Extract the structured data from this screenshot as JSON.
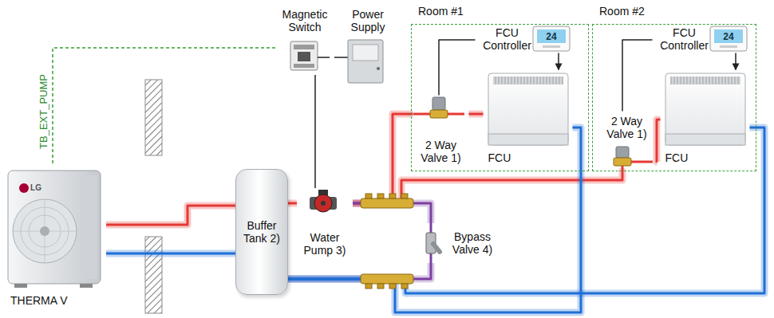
{
  "diagram": {
    "nodes": [
      {
        "text": [
          "THERMA V"
        ]
      },
      {
        "text": [
          "Buffer Tank 2)"
        ]
      },
      {
        "text": [
          "Water Pump 3)"
        ]
      },
      {
        "text": [
          "Bypass Valve 4)"
        ]
      },
      {
        "text": [
          "Magnetic Switch"
        ]
      },
      {
        "text": [
          "Power Supply"
        ]
      },
      {
        "text": [
          "Room #1"
        ]
      },
      {
        "text": [
          "FCU Controller"
        ],
        "in": 6
      },
      {
        "text": [
          "FCU"
        ],
        "in": 6
      },
      {
        "text": [
          "2 Way Valve 1)"
        ],
        "in": 6
      },
      {
        "text": [
          "Room #2"
        ]
      },
      {
        "text": [
          "FCU Controller"
        ],
        "in": 10
      },
      {
        "text": [
          "FCU"
        ],
        "in": 10
      },
      {
        "text": [
          "2 Way Valve 1)"
        ],
        "in": 10
      }
    ],
    "edges": [
      {
        "from": 0,
        "to": 1,
        "arrow": "none"
      },
      {
        "from": 1,
        "to": 0,
        "arrow": "none"
      },
      {
        "from": 1,
        "to": 2,
        "arrow": "none"
      },
      {
        "from": 2,
        "to": 9,
        "arrow": "none"
      },
      {
        "from": 2,
        "to": 13,
        "arrow": "none"
      },
      {
        "from": 2,
        "to": 3,
        "arrow": "none"
      },
      {
        "from": 3,
        "to": 1,
        "arrow": "none"
      },
      {
        "from": 4,
        "to": 5,
        "arrow": "none"
      },
      {
        "from": 4,
        "to": 2,
        "arrow": "none"
      },
      {
        "from": 0,
        "to": 4,
        "arrow": "none",
        "label": "TB_EXT_PUMP"
      },
      {
        "from": 7,
        "to": 9,
        "arrow": "none"
      },
      {
        "from": 7,
        "to": 8,
        "arrow": "to"
      },
      {
        "from": 9,
        "to": 8,
        "arrow": "none"
      },
      {
        "from": 8,
        "to": 1,
        "arrow": "none"
      },
      {
        "from": 11,
        "to": 13,
        "arrow": "none"
      },
      {
        "from": 11,
        "to": 12,
        "arrow": "to"
      },
      {
        "from": 13,
        "to": 12,
        "arrow": "none"
      },
      {
        "from": 12,
        "to": 1,
        "arrow": "none"
      }
    ],
    "labels": [
      "LG",
      "24",
      "24"
    ]
  }
}
